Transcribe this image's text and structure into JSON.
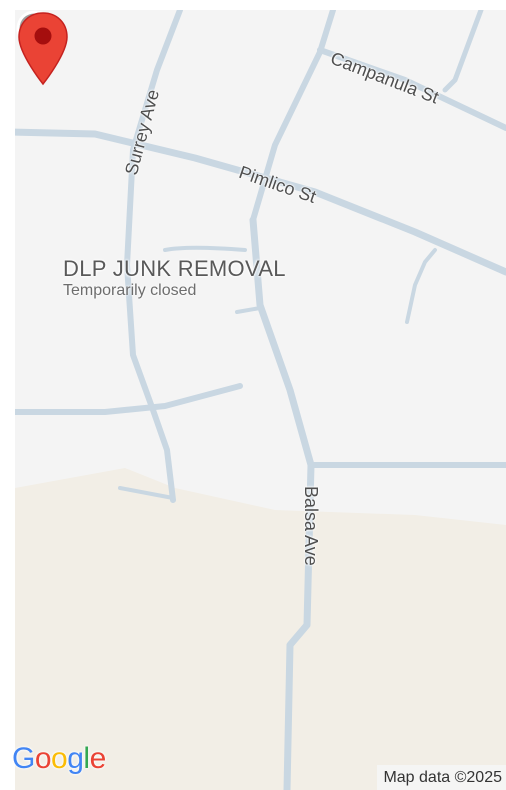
{
  "map": {
    "streets": [
      {
        "id": "campanula-st",
        "label": "Campanula St"
      },
      {
        "id": "pimlico-st",
        "label": "Pimlico St"
      },
      {
        "id": "surrey-ave",
        "label": "Surrey Ave"
      },
      {
        "id": "balsa-ave",
        "label": "Balsa Ave"
      }
    ],
    "poi": {
      "name": "DLP JUNK REMOVAL",
      "status": "Temporarily closed",
      "icon": "place-pin-icon"
    },
    "marker": {
      "icon": "map-marker-icon",
      "color": "#ea4335"
    },
    "colors": {
      "background": "#f4f4f4",
      "road": "#c9d7e2",
      "land": "#f2eee6",
      "marker": "#ea4335"
    }
  },
  "footer": {
    "logo": {
      "letters": [
        "G",
        "o",
        "o",
        "g",
        "l",
        "e"
      ]
    },
    "attribution": "Map data ©2025"
  }
}
